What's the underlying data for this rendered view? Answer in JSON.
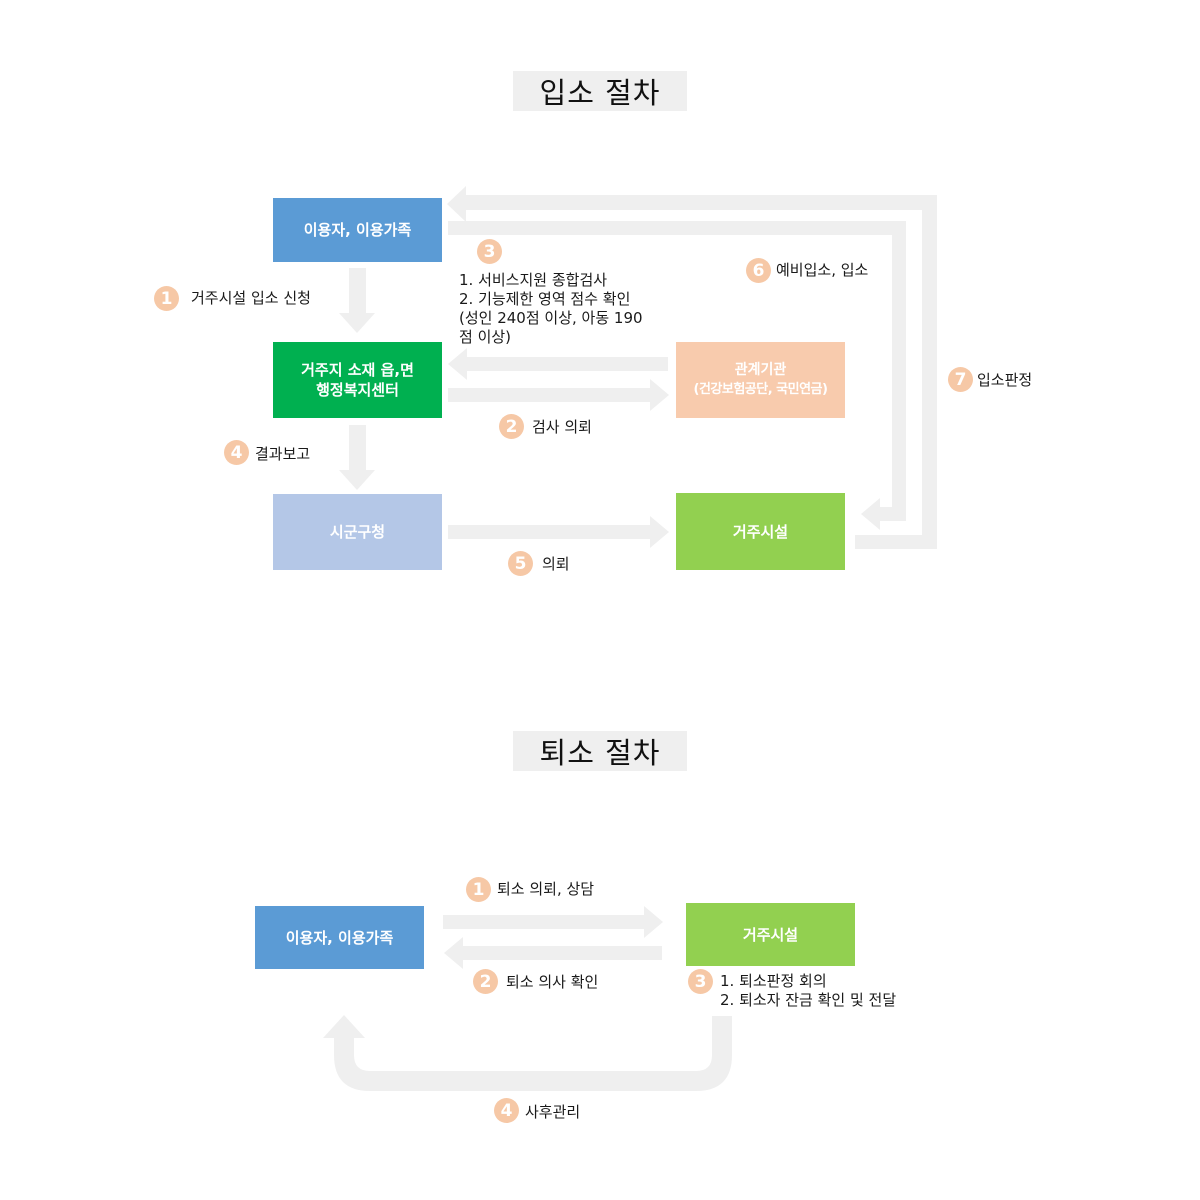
{
  "admission": {
    "title": "입소 절차",
    "boxes": {
      "user": "이용자, 이용가족",
      "office_line1": "거주지 소재 읍,면",
      "office_line2": "행정복지센터",
      "agency_line1": "관계기관",
      "agency_line2": "(건강보험공단, 국민연금)",
      "cityhall": "시군구청",
      "facility": "거주시설"
    },
    "steps": [
      {
        "num": "1",
        "text": "거주시설 입소 신청"
      },
      {
        "num": "2",
        "text": "검사 의뢰"
      },
      {
        "num": "3",
        "lines": [
          "1. 서비스지원 종합검사",
          "2. 기능제한 영역 점수 확인",
          "(성인 240점 이상, 아동 190",
          "점 이상)"
        ]
      },
      {
        "num": "4",
        "text": "결과보고"
      },
      {
        "num": "5",
        "text": "의뢰"
      },
      {
        "num": "6",
        "text": "예비입소, 입소"
      },
      {
        "num": "7",
        "text": "입소판정"
      }
    ]
  },
  "discharge": {
    "title": "퇴소 절차",
    "boxes": {
      "user": "이용자, 이용가족",
      "facility": "거주시설"
    },
    "steps": [
      {
        "num": "1",
        "text": "퇴소 의뢰, 상담"
      },
      {
        "num": "2",
        "text": "퇴소 의사 확인"
      },
      {
        "num": "3",
        "lines": [
          "1.  퇴소판정 회의",
          "2.  퇴소자 잔금 확인 및 전달"
        ]
      },
      {
        "num": "4",
        "text": "사후관리"
      }
    ]
  },
  "colors": {
    "user_box": "#5b9bd5",
    "office_box": "#00b050",
    "agency_box": "#f8cbad",
    "cityhall_box": "#b4c7e7",
    "facility_box": "#92d050",
    "arrow": "#efefef",
    "badge": "#f6c8a6"
  }
}
